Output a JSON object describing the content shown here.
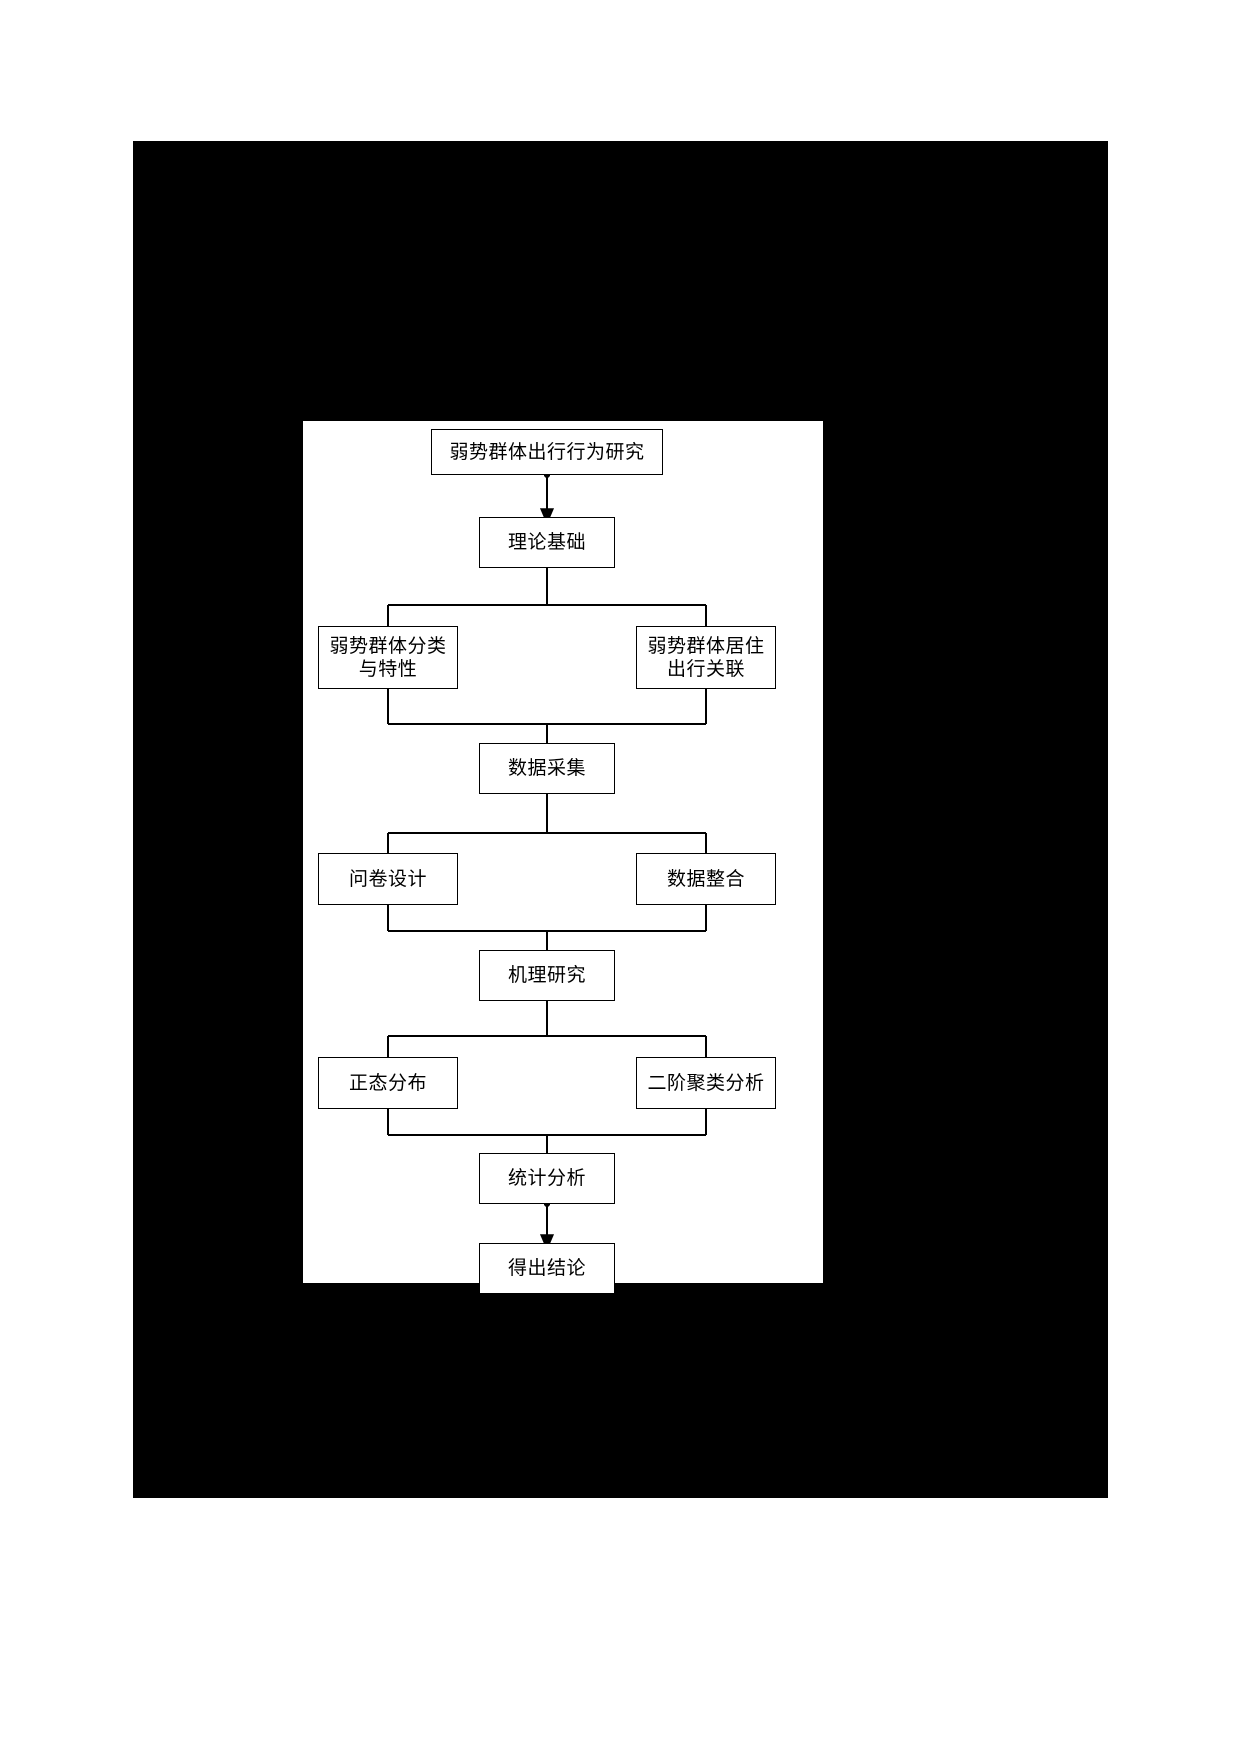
{
  "document": {
    "page_background": "#ffffff",
    "scan_field_color": "#000000",
    "diagram_background": "#ffffff",
    "line_color": "#000000"
  },
  "diagram": {
    "type": "flowchart",
    "orientation": "top-to-bottom",
    "nodes": [
      {
        "id": "n1",
        "label": "弱势群体出行行为研究",
        "shape": "rectangle",
        "level": 0,
        "column": "center"
      },
      {
        "id": "n2",
        "label": "理论基础",
        "shape": "rectangle",
        "level": 1,
        "column": "center"
      },
      {
        "id": "n3",
        "label": "弱势群体分类\n与特性",
        "shape": "rectangle",
        "level": 2,
        "column": "left"
      },
      {
        "id": "n4",
        "label": "弱势群体居住\n出行关联",
        "shape": "rectangle",
        "level": 2,
        "column": "right"
      },
      {
        "id": "n5",
        "label": "数据采集",
        "shape": "rectangle",
        "level": 3,
        "column": "center"
      },
      {
        "id": "n6",
        "label": "问卷设计",
        "shape": "rectangle",
        "level": 4,
        "column": "left"
      },
      {
        "id": "n7",
        "label": "数据整合",
        "shape": "rectangle",
        "level": 4,
        "column": "right"
      },
      {
        "id": "n8",
        "label": "机理研究",
        "shape": "rectangle",
        "level": 5,
        "column": "center"
      },
      {
        "id": "n9",
        "label": "正态分布",
        "shape": "rectangle",
        "level": 6,
        "column": "left"
      },
      {
        "id": "n10",
        "label": "二阶聚类分析",
        "shape": "rectangle",
        "level": 6,
        "column": "right"
      },
      {
        "id": "n11",
        "label": "统计分析",
        "shape": "rectangle",
        "level": 7,
        "column": "center"
      },
      {
        "id": "n12",
        "label": "得出结论",
        "shape": "rectangle",
        "level": 8,
        "column": "center"
      }
    ],
    "edges": [
      {
        "from": "n1",
        "to": "n2",
        "style": "arrow"
      },
      {
        "from": "n2",
        "to": "n3",
        "style": "line"
      },
      {
        "from": "n2",
        "to": "n4",
        "style": "line"
      },
      {
        "from": "n3",
        "to": "n5",
        "style": "line"
      },
      {
        "from": "n4",
        "to": "n5",
        "style": "line"
      },
      {
        "from": "n5",
        "to": "n6",
        "style": "line"
      },
      {
        "from": "n5",
        "to": "n7",
        "style": "line"
      },
      {
        "from": "n6",
        "to": "n8",
        "style": "line"
      },
      {
        "from": "n7",
        "to": "n8",
        "style": "line"
      },
      {
        "from": "n8",
        "to": "n9",
        "style": "line"
      },
      {
        "from": "n8",
        "to": "n10",
        "style": "line"
      },
      {
        "from": "n9",
        "to": "n11",
        "style": "line"
      },
      {
        "from": "n10",
        "to": "n11",
        "style": "line"
      },
      {
        "from": "n11",
        "to": "n12",
        "style": "arrow"
      }
    ]
  }
}
